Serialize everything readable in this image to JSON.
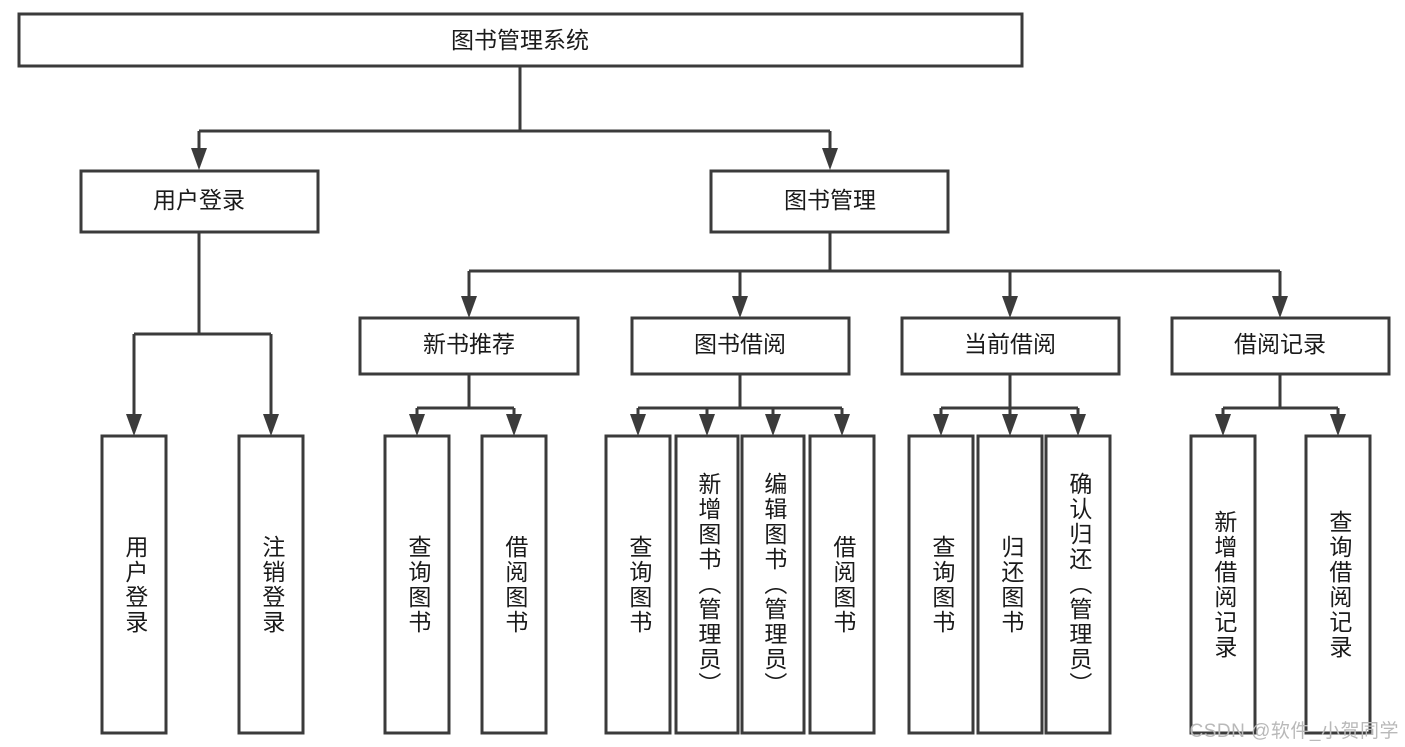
{
  "diagram": {
    "title": "图书管理系统",
    "watermark": "CSDN @软件_小贺同学",
    "levels": {
      "root": {
        "label": "图书管理系统"
      },
      "level2": [
        {
          "id": "user-login",
          "label": "用户登录"
        },
        {
          "id": "book-management",
          "label": "图书管理"
        }
      ],
      "level3": [
        {
          "id": "new-book-recommend",
          "label": "新书推荐"
        },
        {
          "id": "book-borrow",
          "label": "图书借阅"
        },
        {
          "id": "current-borrow",
          "label": "当前借阅"
        },
        {
          "id": "borrow-record",
          "label": "借阅记录"
        }
      ],
      "level4": [
        {
          "id": "leaf-user-login",
          "label": "用户登录",
          "parent": "user-login"
        },
        {
          "id": "leaf-logout",
          "label": "注销登录",
          "parent": "user-login"
        },
        {
          "id": "leaf-query-book-1",
          "label": "查询图书",
          "parent": "new-book-recommend"
        },
        {
          "id": "leaf-borrow-book-1",
          "label": "借阅图书",
          "parent": "new-book-recommend"
        },
        {
          "id": "leaf-query-book-2",
          "label": "查询图书",
          "parent": "book-borrow"
        },
        {
          "id": "leaf-add-book",
          "label": "新增图书（管理员）",
          "parent": "book-borrow"
        },
        {
          "id": "leaf-edit-book",
          "label": "编辑图书（管理员）",
          "parent": "book-borrow"
        },
        {
          "id": "leaf-borrow-book-2",
          "label": "借阅图书",
          "parent": "book-borrow"
        },
        {
          "id": "leaf-query-book-3",
          "label": "查询图书",
          "parent": "current-borrow"
        },
        {
          "id": "leaf-return-book",
          "label": "归还图书",
          "parent": "current-borrow"
        },
        {
          "id": "leaf-confirm-return",
          "label": "确认归还（管理员）",
          "parent": "current-borrow"
        },
        {
          "id": "leaf-add-record",
          "label": "新增借阅记录",
          "parent": "borrow-record"
        },
        {
          "id": "leaf-query-record",
          "label": "查询借阅记录",
          "parent": "borrow-record"
        }
      ]
    },
    "colors": {
      "stroke": "#3b3b3b",
      "fill": "#ffffff",
      "text": "#1a1a1a",
      "watermark": "#b9b9b9"
    }
  }
}
